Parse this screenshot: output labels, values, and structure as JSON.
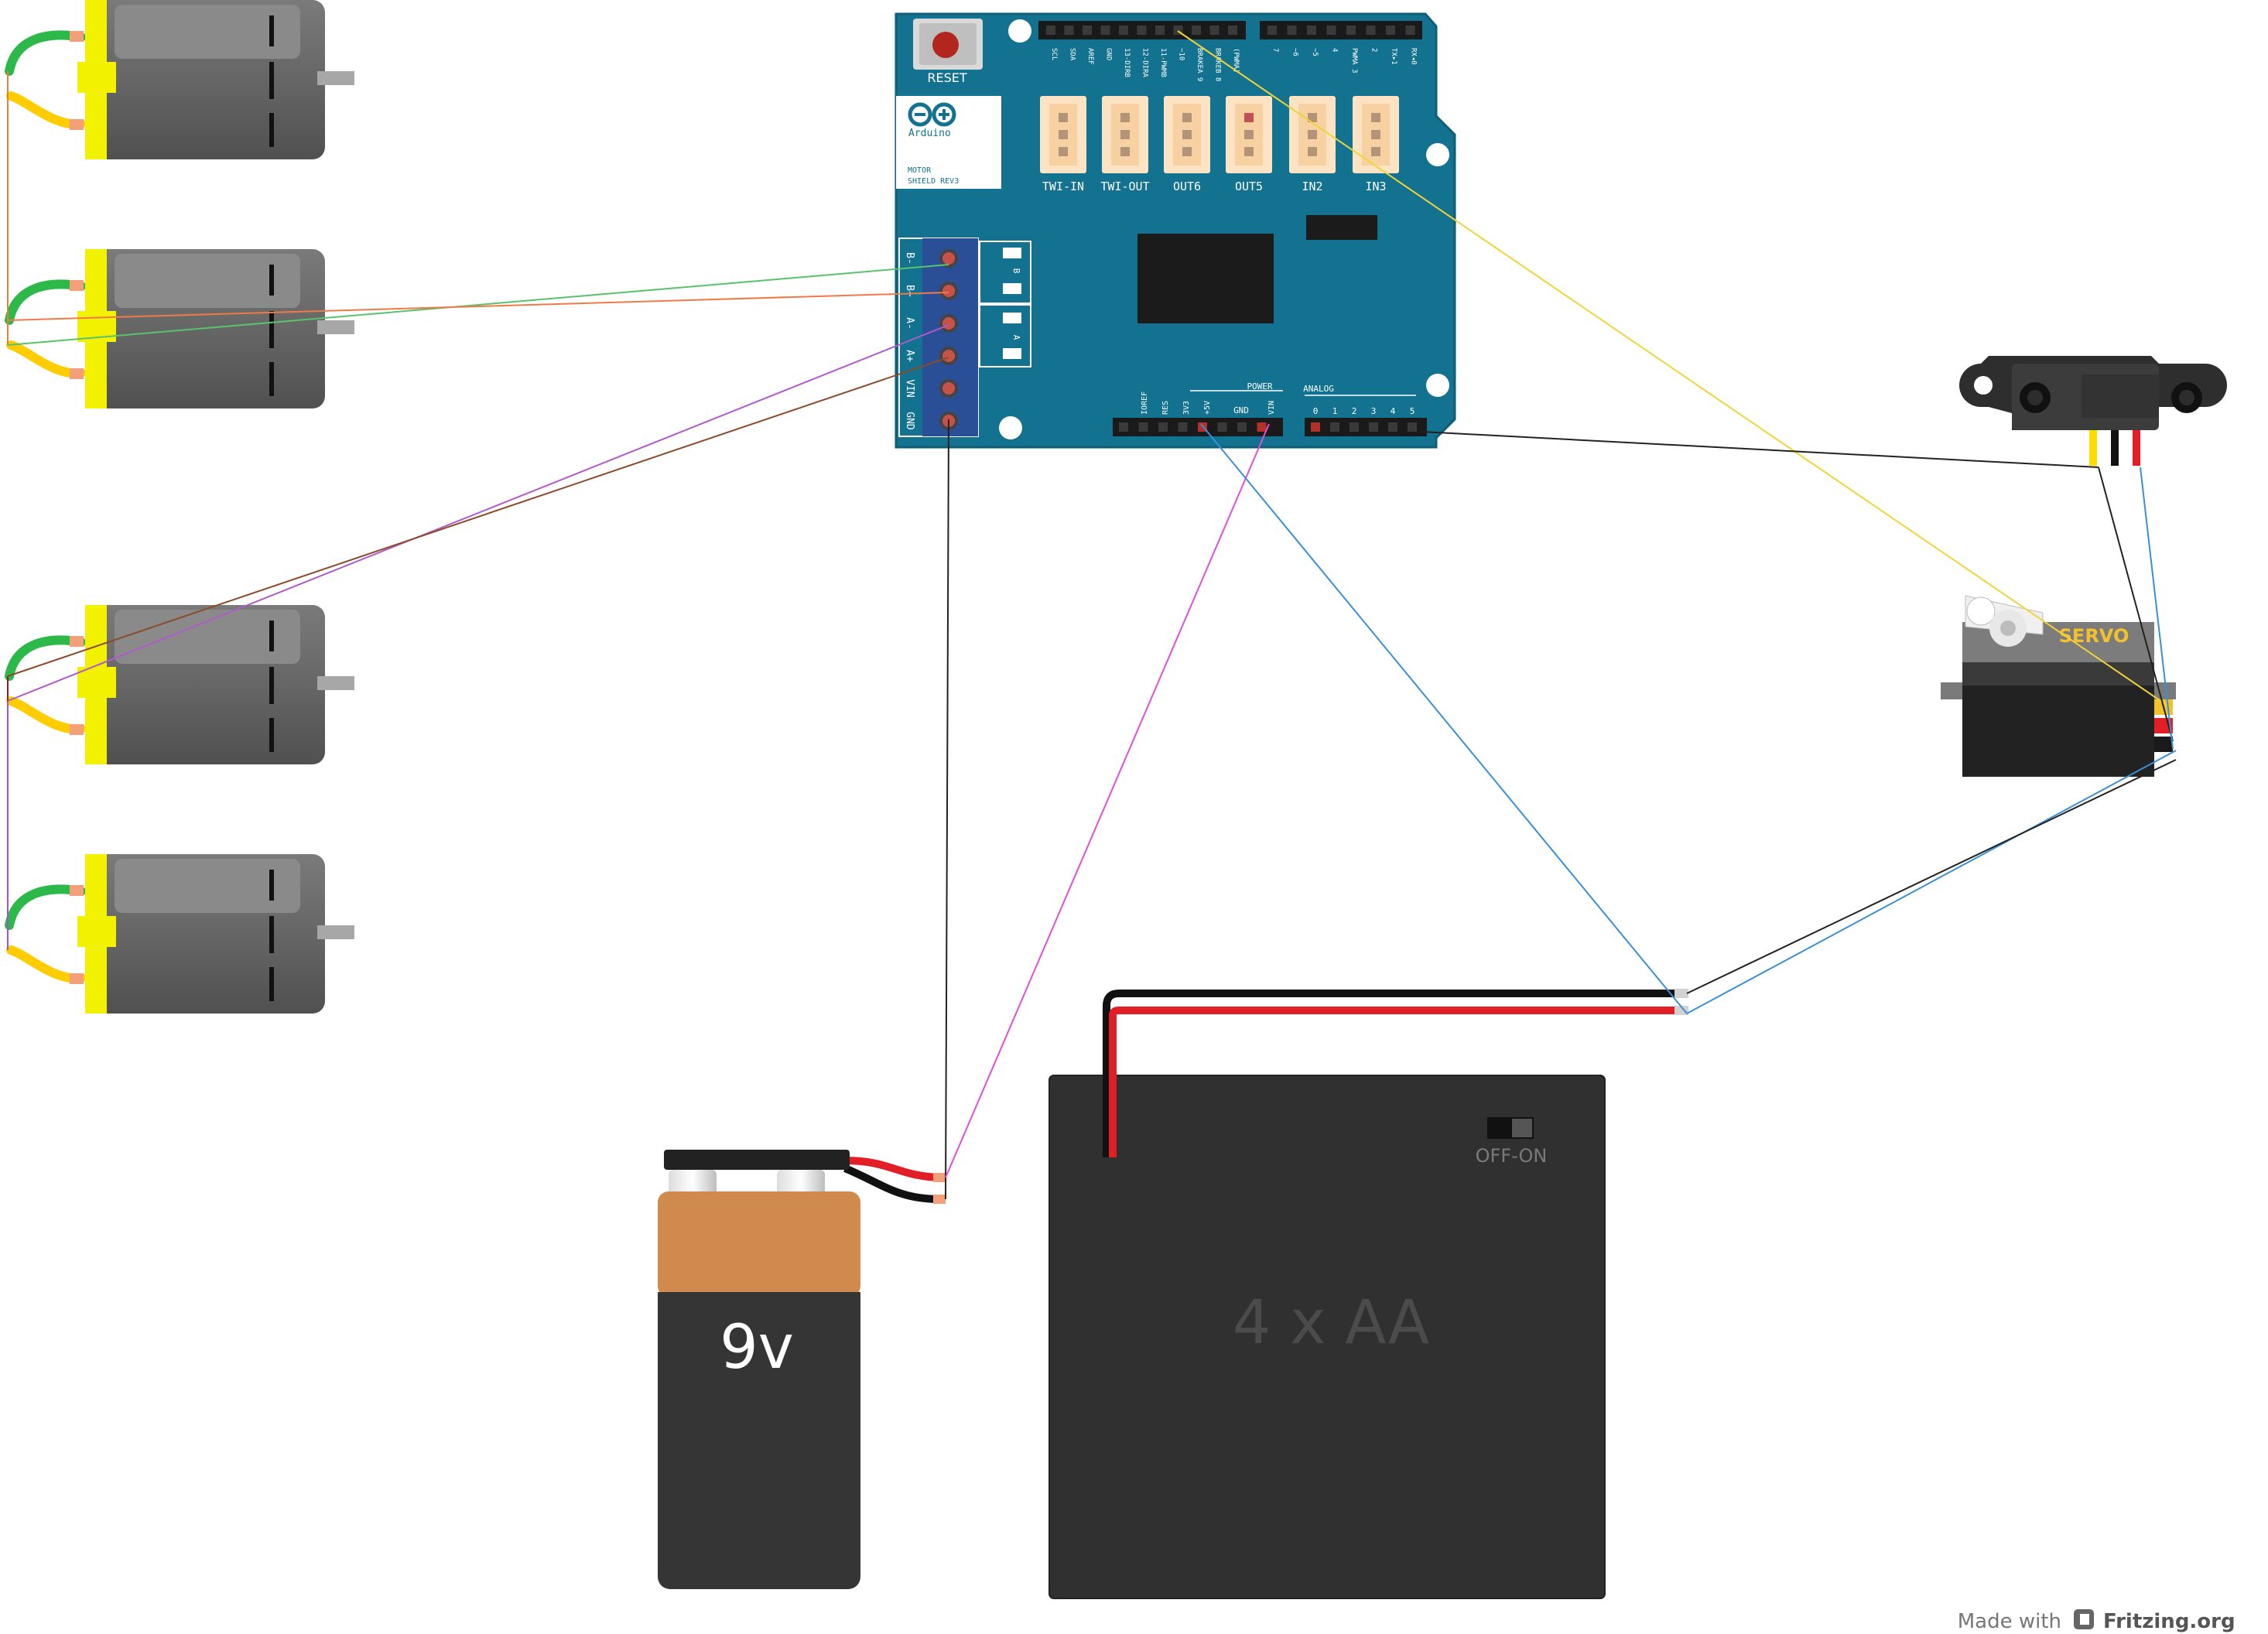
{
  "shield": {
    "reset_label": "RESET",
    "brand": "Arduino",
    "model_line1": "MOTOR",
    "model_line2": "SHIELD REV3",
    "top_pins_left": [
      "SCL",
      "SDA",
      "AREF",
      "GND",
      "13-DIRB",
      "12-DIRA",
      "11-PWMB",
      "~10",
      "BRAKEA 9",
      "BRAKEB 8",
      "(PWMA)"
    ],
    "top_pins_right": [
      "7",
      "~6",
      "~5",
      "4",
      "PWMA 3",
      "2",
      "TX▸1",
      "RX◂0"
    ],
    "connectors": [
      "TWI-IN",
      "TWI-OUT",
      "OUT6",
      "OUT5",
      "IN2",
      "IN3"
    ],
    "terminals": [
      "B-",
      "B+",
      "A-",
      "A+",
      "VIN",
      "GND"
    ],
    "terminal_tag_b": "B",
    "terminal_tag_a": "A",
    "power_header_title": "POWER",
    "power_pins": [
      "IOREF",
      "RES",
      "3V3",
      "+5V",
      "GND",
      "VIN"
    ],
    "analog_header_title": "ANALOG",
    "analog_pins": [
      "0",
      "1",
      "2",
      "3",
      "4",
      "5"
    ]
  },
  "servo": {
    "label": "SERVO"
  },
  "battery_9v": {
    "label": "9v"
  },
  "battery_pack": {
    "label": "4 x AA",
    "switch_label": "OFF-ON"
  },
  "footer": {
    "made_with": "Made with",
    "brand": "Fritzing.org"
  },
  "colors": {
    "shield": "#13728f",
    "motor_body": "#5f5f5f",
    "motor_mount": "#f2f200",
    "battery_top": "#d18a4e",
    "battery_case": "#353535",
    "servo_label": "#f2c12e"
  }
}
